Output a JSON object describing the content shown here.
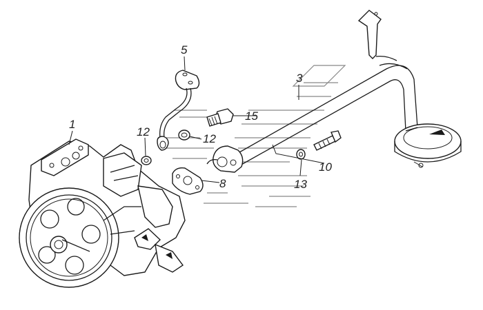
{
  "diagram": {
    "callouts": {
      "c1": "1",
      "c3": "3",
      "c5": "5",
      "c8": "8",
      "c10": "10",
      "c12a": "12",
      "c12b": "12",
      "c13": "13",
      "c15": "15"
    }
  }
}
